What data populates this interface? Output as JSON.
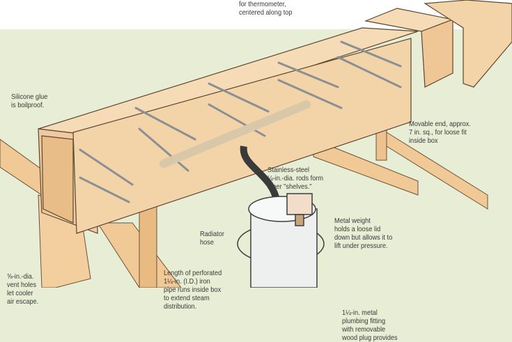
{
  "labels": {
    "thermometer": "for thermometer,\ncentered along top",
    "silicone": "Silicone glue\nis boilproof.",
    "movable_end": "Movable end, approx.\n7 in. sq., for loose fit\ninside box",
    "rods": "Stainless-steel\n¼-in.-dia. rods form\ninner \"shelves.\"",
    "weight": "Metal weight\nholds a loose lid\ndown but allows it to\nlift under pressure.",
    "hose": "Radiator\nhose",
    "pipe": "Length of perforated\n1¼-in. (I.D.) iron\npipe runs inside box\nto extend steam\ndistribution.",
    "vent": "⅝-in.-dia.\nvent holes\nlet cooler\nair escape.",
    "fitting": "1¼-in. metal\nplumbing fitting\nwith removable\nwood plug provides"
  },
  "colors": {
    "background": "#e8edd5",
    "wood": "#f2d3a8",
    "wood_dark": "#e2b47e",
    "metal": "#eef0f0"
  }
}
